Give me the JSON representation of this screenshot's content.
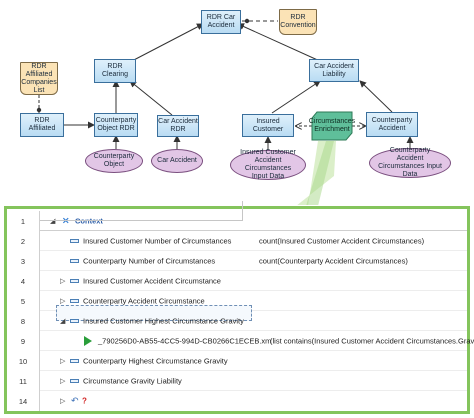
{
  "diagram": {
    "nodes": {
      "rdr_car_accident": "RDR Car Accident",
      "rdr_convention": "RDR Convention",
      "rdr_clearing": "RDR Clearing",
      "car_accident_liability": "Car Accident Liability",
      "rdr_affiliated_companies_list": "RDR Affiliated Companies List",
      "rdr_affiliated": "RDR Affiliated",
      "counterparty_object_rdr": "Counterparty Object RDR",
      "car_accident_rdr": "Car Accident RDR",
      "insured_customer": "Insured Customer",
      "circumstances_enrichment": "Circumstances Enrichment",
      "counterparty_accident": "Counterparty Accident",
      "counterparty_object": "Counterparty Object",
      "car_accident": "Car Accident",
      "insured_customer_accident_circumstances_input_data": "Insured Customer Accident Circumstances Input Data",
      "counterparty_accident_circumstances_input_data": "Counterparty Accident Circumstances Input Data"
    }
  },
  "table": {
    "rows": [
      {
        "num": "1",
        "label": "Context",
        "formula": ""
      },
      {
        "num": "2",
        "label": "Insured Customer Number of Circumstances",
        "formula": "count(Insured Customer Accident Circumstances)"
      },
      {
        "num": "3",
        "label": "Counterparty Number of Circumstances",
        "formula": "count(Counterparty Accident Circumstances)"
      },
      {
        "num": "4",
        "label": "Insured Customer Accident Circumstance",
        "formula": ""
      },
      {
        "num": "5",
        "label": "Counterparty Accident Circumstance",
        "formula": ""
      },
      {
        "num": "8",
        "label": "Insured Customer Highest Circumstance Gravity",
        "formula": ""
      },
      {
        "num": "9",
        "label": "_790256D0-AB55-4CC5-994D-CB0266C1ECEB.xm",
        "formula": "(list contains(Insured Customer Accident Circumstances.Gravity"
      },
      {
        "num": "10",
        "label": "Counterparty Highest Circumstance Gravity",
        "formula": ""
      },
      {
        "num": "11",
        "label": "Circumstance Gravity Liability",
        "formula": ""
      },
      {
        "num": "14",
        "label": "",
        "formula": ""
      }
    ],
    "icons": {
      "row1": "context-icon",
      "row14_a": "undo-icon",
      "row14_b": "question-icon"
    }
  }
}
